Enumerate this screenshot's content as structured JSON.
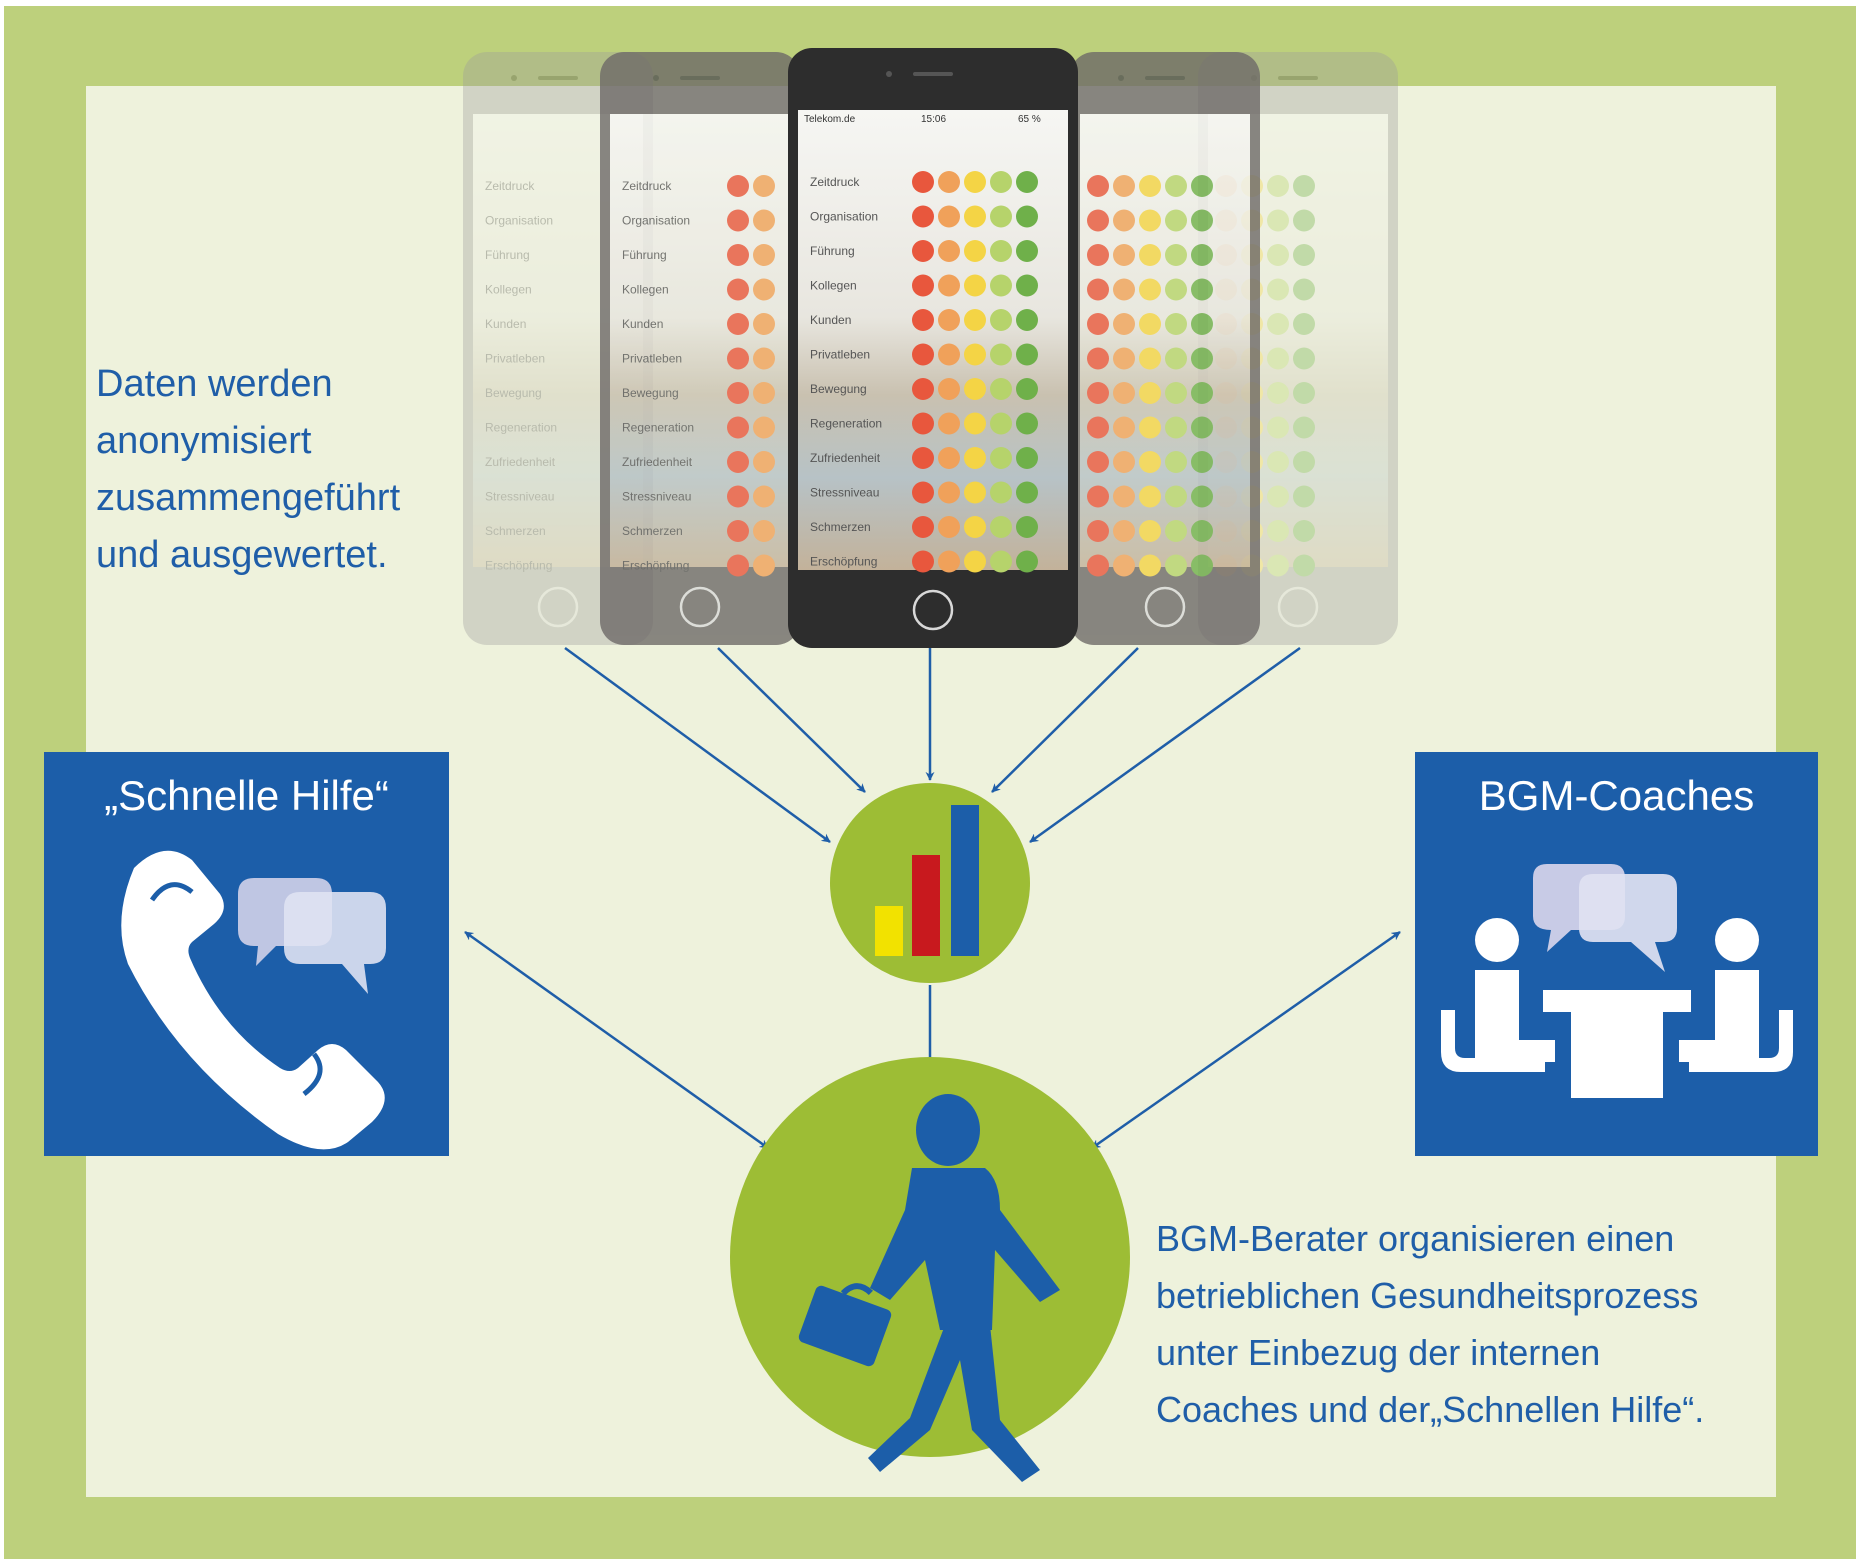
{
  "colors": {
    "frame_green": "#bdd07c",
    "inner_background": "#eef2dc",
    "brand_blue": "#1c5ea9",
    "text_blue": "#1f5ea8",
    "circle_green": "#9dbd35",
    "bar_yellow": "#f2e200",
    "bar_red": "#c8191e",
    "bar_blue": "#1c5ea9",
    "rating_red": "#e8573d",
    "rating_orange": "#f0a15a",
    "rating_yellow": "#f4d445",
    "rating_lightgreen": "#b6d36b",
    "rating_green": "#6fb04a"
  },
  "left_note": {
    "lines": [
      "Daten werden",
      "anonymisiert",
      "zusammengeführt",
      "und ausgewertet."
    ]
  },
  "right_note": {
    "lines": [
      "BGM-Berater organisieren einen",
      "betrieblichen Gesundheitsprozess",
      "unter Einbezug der internen",
      "Coaches und der„Schnellen Hilfe“."
    ]
  },
  "panels": {
    "schnelle_hilfe": {
      "title": "„Schnelle Hilfe“",
      "icons": [
        "phone-icon",
        "speech-bubbles-icon"
      ]
    },
    "bgm_coaches": {
      "title": "BGM-Coaches",
      "icons": [
        "meeting-table-icon",
        "speech-bubbles-icon"
      ]
    }
  },
  "center": {
    "chart_icon": "bar-chart-icon",
    "person_icon": "walking-businessman-icon"
  },
  "phones": {
    "status_left": "Telekom.de",
    "time": "15:06",
    "battery": "65 %",
    "categories": [
      "Zeitdruck",
      "Organisation",
      "Führung",
      "Kollegen",
      "Kunden",
      "Privatleben",
      "Bewegung",
      "Regeneration",
      "Zufriedenheit",
      "Stressniveau",
      "Schmerzen",
      "Erschöpfung"
    ]
  }
}
